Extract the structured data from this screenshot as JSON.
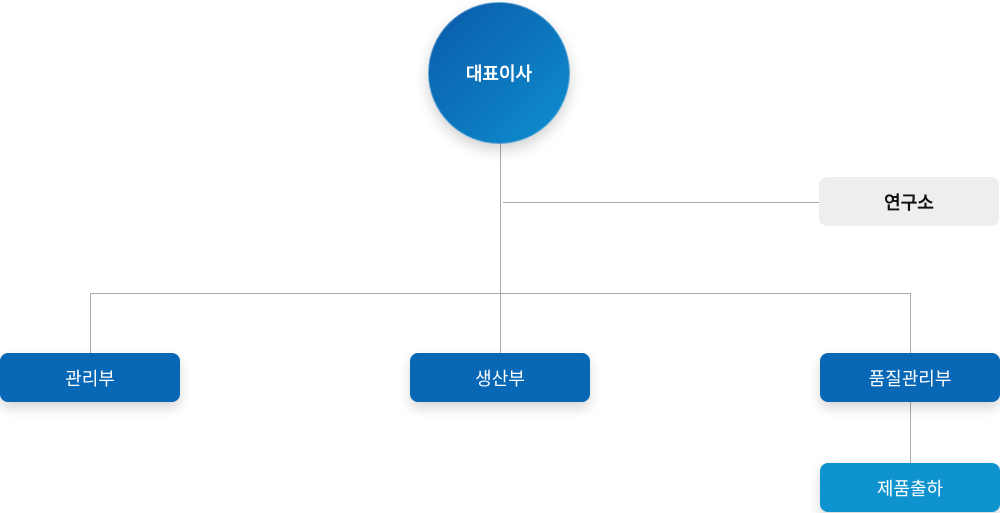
{
  "nodes": {
    "ceo": "대표이사",
    "research": "연구소",
    "admin": "관리부",
    "production": "생산부",
    "quality": "품질관리부",
    "shipping": "제품출하"
  }
}
